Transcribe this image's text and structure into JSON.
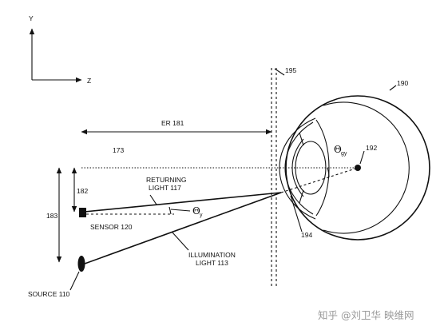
{
  "axes": {
    "y_label": "Y",
    "z_label": "Z"
  },
  "labels": {
    "er": "ER 181",
    "plane": "195",
    "eye": "190",
    "line_173": "173",
    "center": "192",
    "theta_gy_symbol": "Θ",
    "theta_gy_sub": "gy",
    "returning_1": "RETURNING",
    "returning_2": "LIGHT 117",
    "dim_182": "182",
    "dim_183": "183",
    "theta_y_symbol": "Θ",
    "theta_y_sub": "y",
    "sensor": "SENSOR 120",
    "cornea": "194",
    "illum_1": "ILLUMINATION",
    "illum_2": "LIGHT 113",
    "source": "SOURCE 110"
  },
  "watermark": "知乎 @刘卫华 映维网"
}
